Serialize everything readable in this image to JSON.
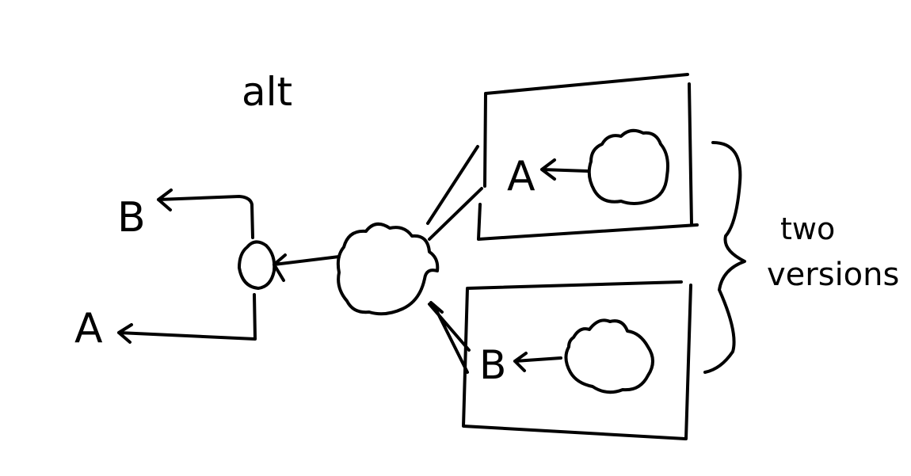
{
  "labels": {
    "title": "alt",
    "left_top_output": "B",
    "left_bottom_output": "A",
    "top_box_output": "A",
    "bottom_box_output": "B",
    "annotation_line1": "two",
    "annotation_line2": "versions"
  },
  "colors": {
    "background": "#ffffff",
    "ink": "#000000"
  }
}
